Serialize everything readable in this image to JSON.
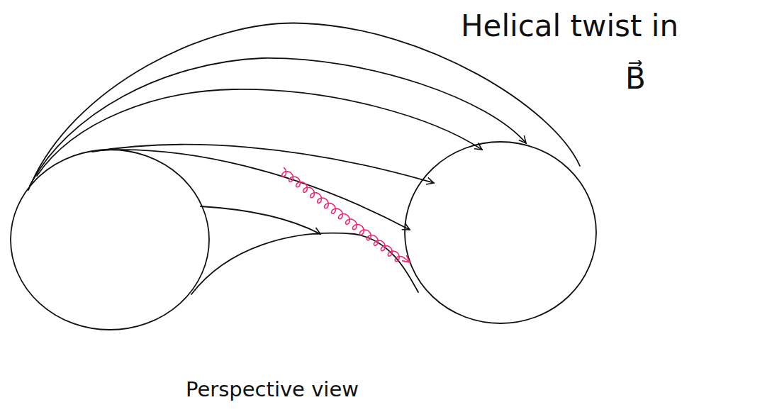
{
  "diagram": {
    "caption": "Perspective view",
    "labels": [
      "Helical twist in",
      "B⃗"
    ]
  }
}
